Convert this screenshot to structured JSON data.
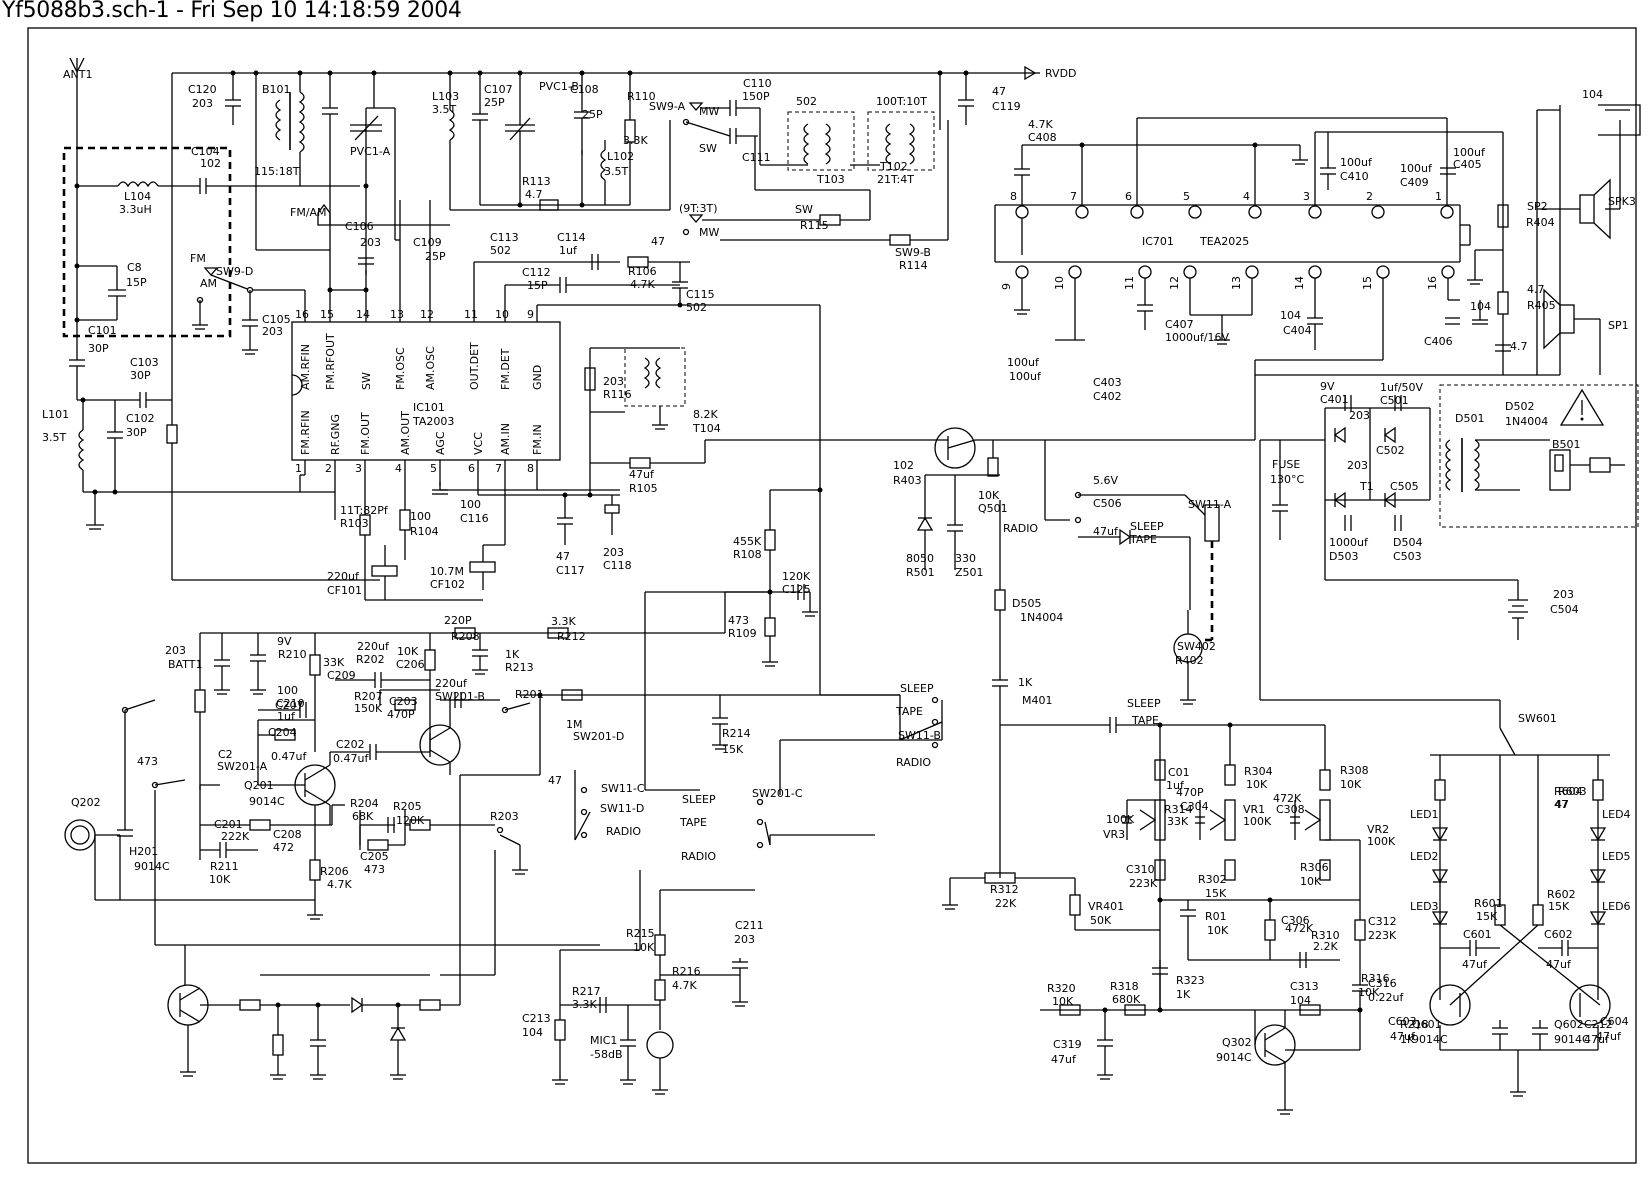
{
  "header": {
    "title": "Yf5088b3.sch-1 - Fri Sep 10 14:18:59 2004"
  },
  "nets": {
    "rvdd": "RVDD",
    "fm_am": "FM/AM"
  },
  "ic101": {
    "ref": "IC101",
    "part": "TA2003",
    "top_pins": [
      {
        "num": "16",
        "name": "AM.RFIN"
      },
      {
        "num": "15",
        "name": "FM.RFOUT"
      },
      {
        "num": "14",
        "name": "SW"
      },
      {
        "num": "13",
        "name": "FM.OSC"
      },
      {
        "num": "12",
        "name": "AM.OSC"
      },
      {
        "num": "11",
        "name": "OUT.DET"
      },
      {
        "num": "10",
        "name": "FM.DET"
      },
      {
        "num": "9",
        "name": "GND"
      }
    ],
    "bottom_pins": [
      {
        "num": "1",
        "name": "FM.RFIN"
      },
      {
        "num": "2",
        "name": "RF.GNG"
      },
      {
        "num": "3",
        "name": "FM.OUT"
      },
      {
        "num": "4",
        "name": "AM.OUT"
      },
      {
        "num": "5",
        "name": "AGC"
      },
      {
        "num": "6",
        "name": "VCC"
      },
      {
        "num": "7",
        "name": "AM.IN"
      },
      {
        "num": "8",
        "name": "FM.IN"
      }
    ]
  },
  "ic701": {
    "ref": "IC701",
    "part": "TEA2025",
    "top_pins": [
      "8",
      "7",
      "6",
      "5",
      "4",
      "3",
      "2",
      "1"
    ],
    "bottom_pins": [
      "9",
      "10",
      "11",
      "12",
      "13",
      "14",
      "15",
      "16"
    ]
  },
  "labels": [
    "ANT1",
    "C104",
    "102",
    "L104",
    "3.3uH",
    "C8",
    "15P",
    "FM",
    "SW9-D",
    "AM",
    "C101",
    "30P",
    "C103",
    "30P",
    "L101",
    "3.5T",
    "C102",
    "30P",
    "C120",
    "203",
    "B101",
    "115:18T",
    "PVC1-A",
    "L103",
    "3.5T",
    "C107",
    "25P",
    "PVC1-B",
    "C108",
    "25P",
    "R110",
    "3.3K",
    "L102",
    "3.5T",
    "R113",
    "4.7",
    "C106",
    "203",
    "C109",
    "25P",
    "C105",
    "203",
    "C113",
    "502",
    "C114",
    "1uf",
    "R106",
    "4.7K",
    "C115",
    "502",
    "C112",
    "15P",
    "SW9-A",
    "MW",
    "SW",
    "C110",
    "150P",
    "C111",
    "502",
    "T103",
    "100T:10T",
    "T102",
    "21T:4T",
    "(9T:3T)",
    "MW",
    "SW",
    "R115",
    "47",
    "SW9-B",
    "R114",
    "47",
    "C119",
    "203",
    "R116",
    "8.2K",
    "T104",
    "11T:82Pf",
    "R103",
    "100",
    "R104",
    "100",
    "C116",
    "47uf",
    "R105",
    "47",
    "C117",
    "203",
    "C118",
    "220uf",
    "CF101",
    "10.7M",
    "CF102",
    "455K",
    "R108",
    "120K",
    "C125",
    "473",
    "R109",
    "4.7K",
    "C408",
    "100uf",
    "C410",
    "100uf",
    "C409",
    "100uf",
    "C405",
    "104",
    "SPK3",
    "SP1",
    "SP2",
    "R404",
    "4.7",
    "R405",
    "4.7",
    "C406",
    "104",
    "C407",
    "1000uf/16V",
    "104",
    "C404",
    "100uf",
    "100uf",
    "C403",
    "C402",
    "102",
    "R403",
    "10K",
    "Q501",
    "8050",
    "R501",
    "330",
    "Z501",
    "5.6V",
    "C506",
    "47uf",
    "RADIO",
    "SLEEP",
    "TAPE",
    "SW11-A",
    "D505",
    "1N4004",
    "SW402",
    "R402",
    "1K",
    "M401",
    "9V",
    "C401",
    "1uf/50V",
    "C501",
    "203",
    "C502",
    "203",
    "D501",
    "D502",
    "1N4004",
    "B501",
    "FUSE",
    "130°C",
    "T1",
    "C505",
    "1000uf",
    "D503",
    "D504",
    "C503",
    "203",
    "C504",
    "203",
    "BATT1",
    "9V",
    "R210",
    "33K",
    "C209",
    "220uf",
    "R202",
    "10K",
    "C206",
    "220P",
    "R208",
    "3.3K",
    "R212",
    "1K",
    "R213",
    "100",
    "C210",
    "220uf",
    "SW201-B",
    "C203",
    "470P",
    "C207",
    "1uf",
    "R207",
    "150K",
    "C204",
    "0.47uf",
    "R201",
    "1M",
    "SW201-D",
    "R214",
    "15K",
    "473",
    "C2",
    "SW201-A",
    "C202",
    "0.47uf",
    "Q201",
    "9014C",
    "Q202",
    "9014C",
    "H201",
    "C201",
    "222K",
    "R211",
    "10K",
    "C208",
    "472",
    "R204",
    "68K",
    "C205",
    "473",
    "R205",
    "120K",
    "R206",
    "4.7K",
    "R203",
    "47",
    "SW201-C",
    "SW11-C",
    "SW11-D",
    "RADIO",
    "SLEEP",
    "TAPE",
    "RADIO",
    "SLEEP",
    "TAPE",
    "SW11-B",
    "RADIO",
    "SLEEP",
    "TAPE",
    "C01",
    "1uf",
    "R304",
    "10K",
    "R308",
    "10K",
    "R314",
    "33K",
    "VR1",
    "100K",
    "VR2",
    "100K",
    "VR3",
    "100K",
    "C304",
    "470P",
    "C308",
    "472K",
    "C310",
    "223K",
    "R302",
    "15K",
    "R306",
    "10K",
    "R312",
    "22K",
    "VR401",
    "50K",
    "R01",
    "10K",
    "C306",
    "472K",
    "R310",
    "2.2K",
    "C312",
    "223K",
    "R316",
    "10K",
    "C316",
    "0.22uf",
    "R323",
    "1K",
    "R320",
    "10K",
    "R318",
    "680K",
    "C313",
    "104",
    "C319",
    "47uf",
    "Q302",
    "9014C",
    "SW601",
    "R603",
    "47",
    "R604",
    "47",
    "LED1",
    "LED2",
    "LED3",
    "LED4",
    "LED5",
    "LED6",
    "R601",
    "15K",
    "R602",
    "15K",
    "C601",
    "47uf",
    "C602",
    "47uf",
    "C603",
    "47uf",
    "C604",
    "47uf",
    "Q601",
    "9014C",
    "Q602",
    "9014C",
    "R218",
    "1K",
    "C212",
    "47uf",
    "R215",
    "10K",
    "C211",
    "203",
    "R217",
    "3.3K",
    "R216",
    "4.7K",
    "C213",
    "104",
    "MIC1",
    "-58dB"
  ]
}
